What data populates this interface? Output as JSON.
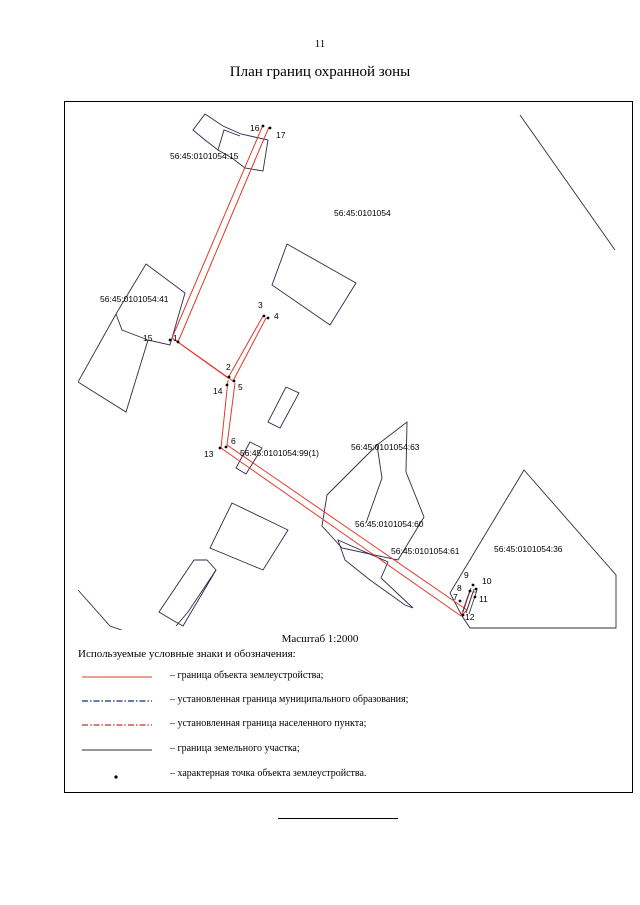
{
  "page_number": "11",
  "title": "План границ охранной зоны",
  "scale": "Масштаб 1:2000",
  "colors": {
    "object_boundary": "#e23a2a",
    "land_boundary": "#2b2b4a",
    "municipal_boundary": "#1d2a8a",
    "settlement_boundary": "#c2302a"
  },
  "map": {
    "parcels": {
      "main": "56:45:0101054",
      "p15": "56:45:0101054:15",
      "p41": "56:45:0101054:41",
      "p99": "56:45:0101054:99(1)",
      "p63": "56:45:0101054:63",
      "p60": "56:45:0101054:60",
      "p61": "56:45:0101054:61",
      "p36": "56:45:0101054:36"
    },
    "points": {
      "p1": "1",
      "p2": "2",
      "p3": "3",
      "p4": "4",
      "p5": "5",
      "p6": "6",
      "p7": "7",
      "p8": "8",
      "p9": "9",
      "p10": "10",
      "p11": "11",
      "p12": "12",
      "p13": "13",
      "p14": "14",
      "p15": "15",
      "p16": "16",
      "p17": "17"
    }
  },
  "legend": {
    "title": "Используемые условные знаки и обозначения:",
    "items": [
      {
        "text": "– граница объекта землеустройства;",
        "symbol": "line-solid-red"
      },
      {
        "text": "– установленная граница муниципального образования;",
        "symbol": "line-dashdot-blue"
      },
      {
        "text": "– установленная граница населенного пункта;",
        "symbol": "line-dashdot-red"
      },
      {
        "text": "– граница земельного участка;",
        "symbol": "line-solid-dark"
      },
      {
        "text": "– характерная точка объекта землеустройства.",
        "symbol": "point"
      }
    ]
  }
}
